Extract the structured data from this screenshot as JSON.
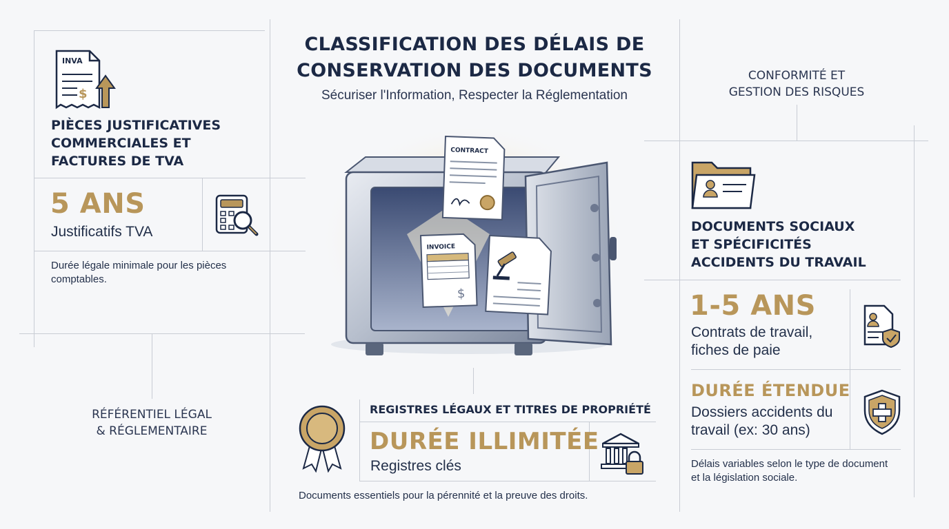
{
  "header": {
    "title_line1": "CLASSIFICATION DES DÉLAIS DE",
    "title_line2": "CONSERVATION DES DOCUMENTS",
    "subtitle": "Sécuriser l'Information, Respecter la Réglementation"
  },
  "left_panel": {
    "doc_icon_label": "INVA",
    "heading_line1": "PIÈCES JUSTIFICATIVES",
    "heading_line2": "COMMERCIALES ET",
    "heading_line3": "FACTURES DE TVA",
    "duration": "5 ANS",
    "duration_label": "Justificatifs TVA",
    "note_line1": "Durée légale minimale pour les pièces",
    "note_line2": "comptables.",
    "caption_line1": "RÉFÉRENTIEL LÉGAL",
    "caption_line2": "& RÉGLEMENTAIRE"
  },
  "center": {
    "contract_label": "CONTRACT",
    "invoice_label": "INVOICE",
    "heading": "REGISTRES LÉGAUX ET TITRES DE PROPRIÉTÉ",
    "duration": "DURÉE ILLIMITÉE",
    "duration_label": "Registres clés",
    "note": "Documents essentiels pour la pérennité et la preuve des droits."
  },
  "right_panel": {
    "caption_line1": "CONFORMITÉ ET",
    "caption_line2": "GESTION DES RISQUES",
    "heading_line1": "DOCUMENTS SOCIAUX",
    "heading_line2": "ET SPÉCIFICITÉS",
    "heading_line3": "ACCIDENTS DU TRAVAIL",
    "duration1": "1-5 ANS",
    "duration1_label_line1": "Contrats de travail,",
    "duration1_label_line2": "fiches de paie",
    "duration2": "DURÉE ÉTENDUE",
    "duration2_label_line1": "Dossiers accidents du",
    "duration2_label_line2": "travail (ex: 30 ans)",
    "note_line1": "Délais variables selon le type de document",
    "note_line2": "et la législation sociale."
  },
  "colors": {
    "navy": "#1c2945",
    "gold": "#b8965a",
    "line": "#c8ccd4",
    "background": "#f6f7f9"
  },
  "icons": [
    "invoice-upload-icon",
    "calculator-search-icon",
    "safe-icon",
    "award-ribbon-icon",
    "bank-lock-icon",
    "folder-id-icon",
    "employee-doc-shield-icon",
    "health-shield-icon"
  ]
}
